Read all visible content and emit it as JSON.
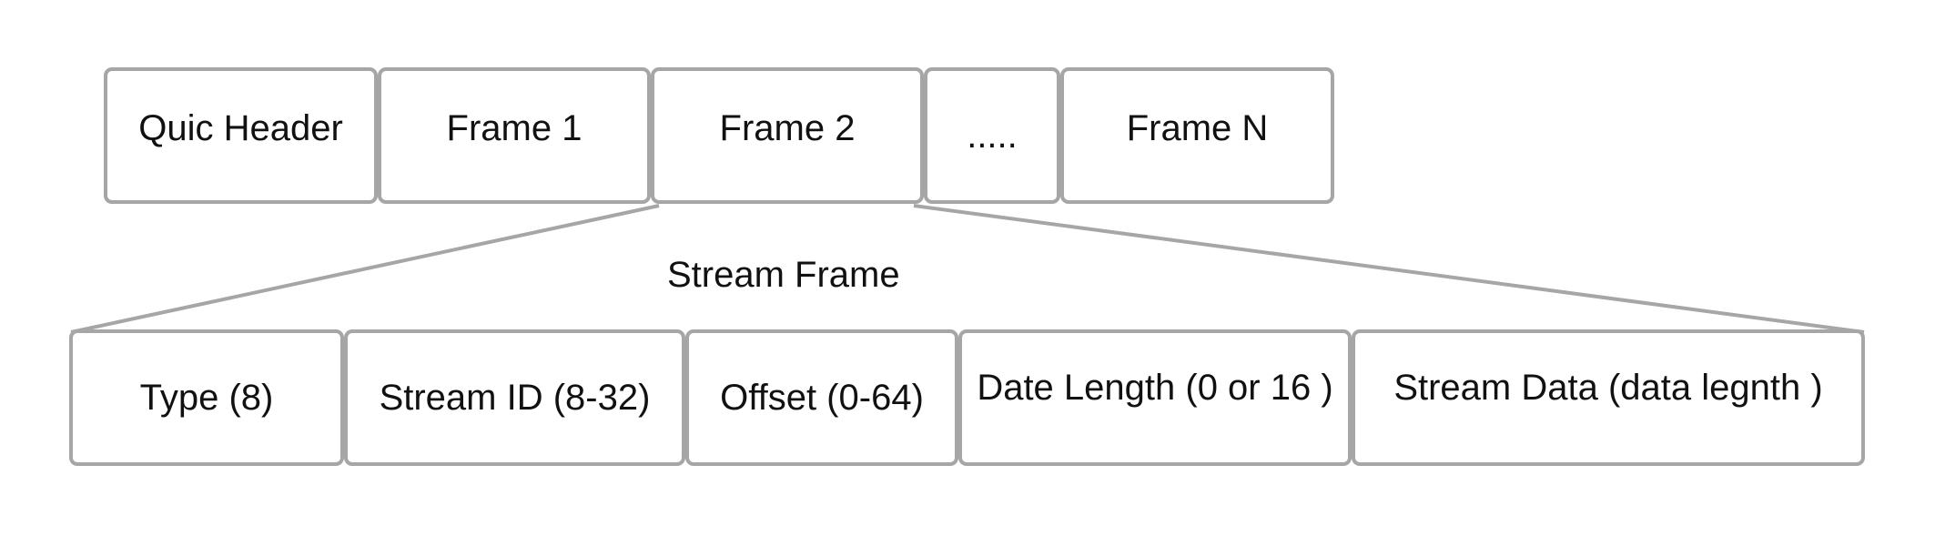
{
  "packet": {
    "segments": [
      {
        "label": "Quic Header"
      },
      {
        "label": "Frame 1"
      },
      {
        "label": "Frame 2"
      },
      {
        "label": "....."
      },
      {
        "label": "Frame N"
      }
    ]
  },
  "detail": {
    "title": "Stream Frame",
    "fields": [
      {
        "label": "Type (8)"
      },
      {
        "label": "Stream ID (8-32)"
      },
      {
        "label": "Offset (0-64)"
      },
      {
        "label": "Date Length (0 or 16 )"
      },
      {
        "label": "Stream Data (data legnth )"
      }
    ]
  },
  "colors": {
    "border": "#a6a6a6",
    "text": "#111111",
    "background": "#ffffff"
  }
}
